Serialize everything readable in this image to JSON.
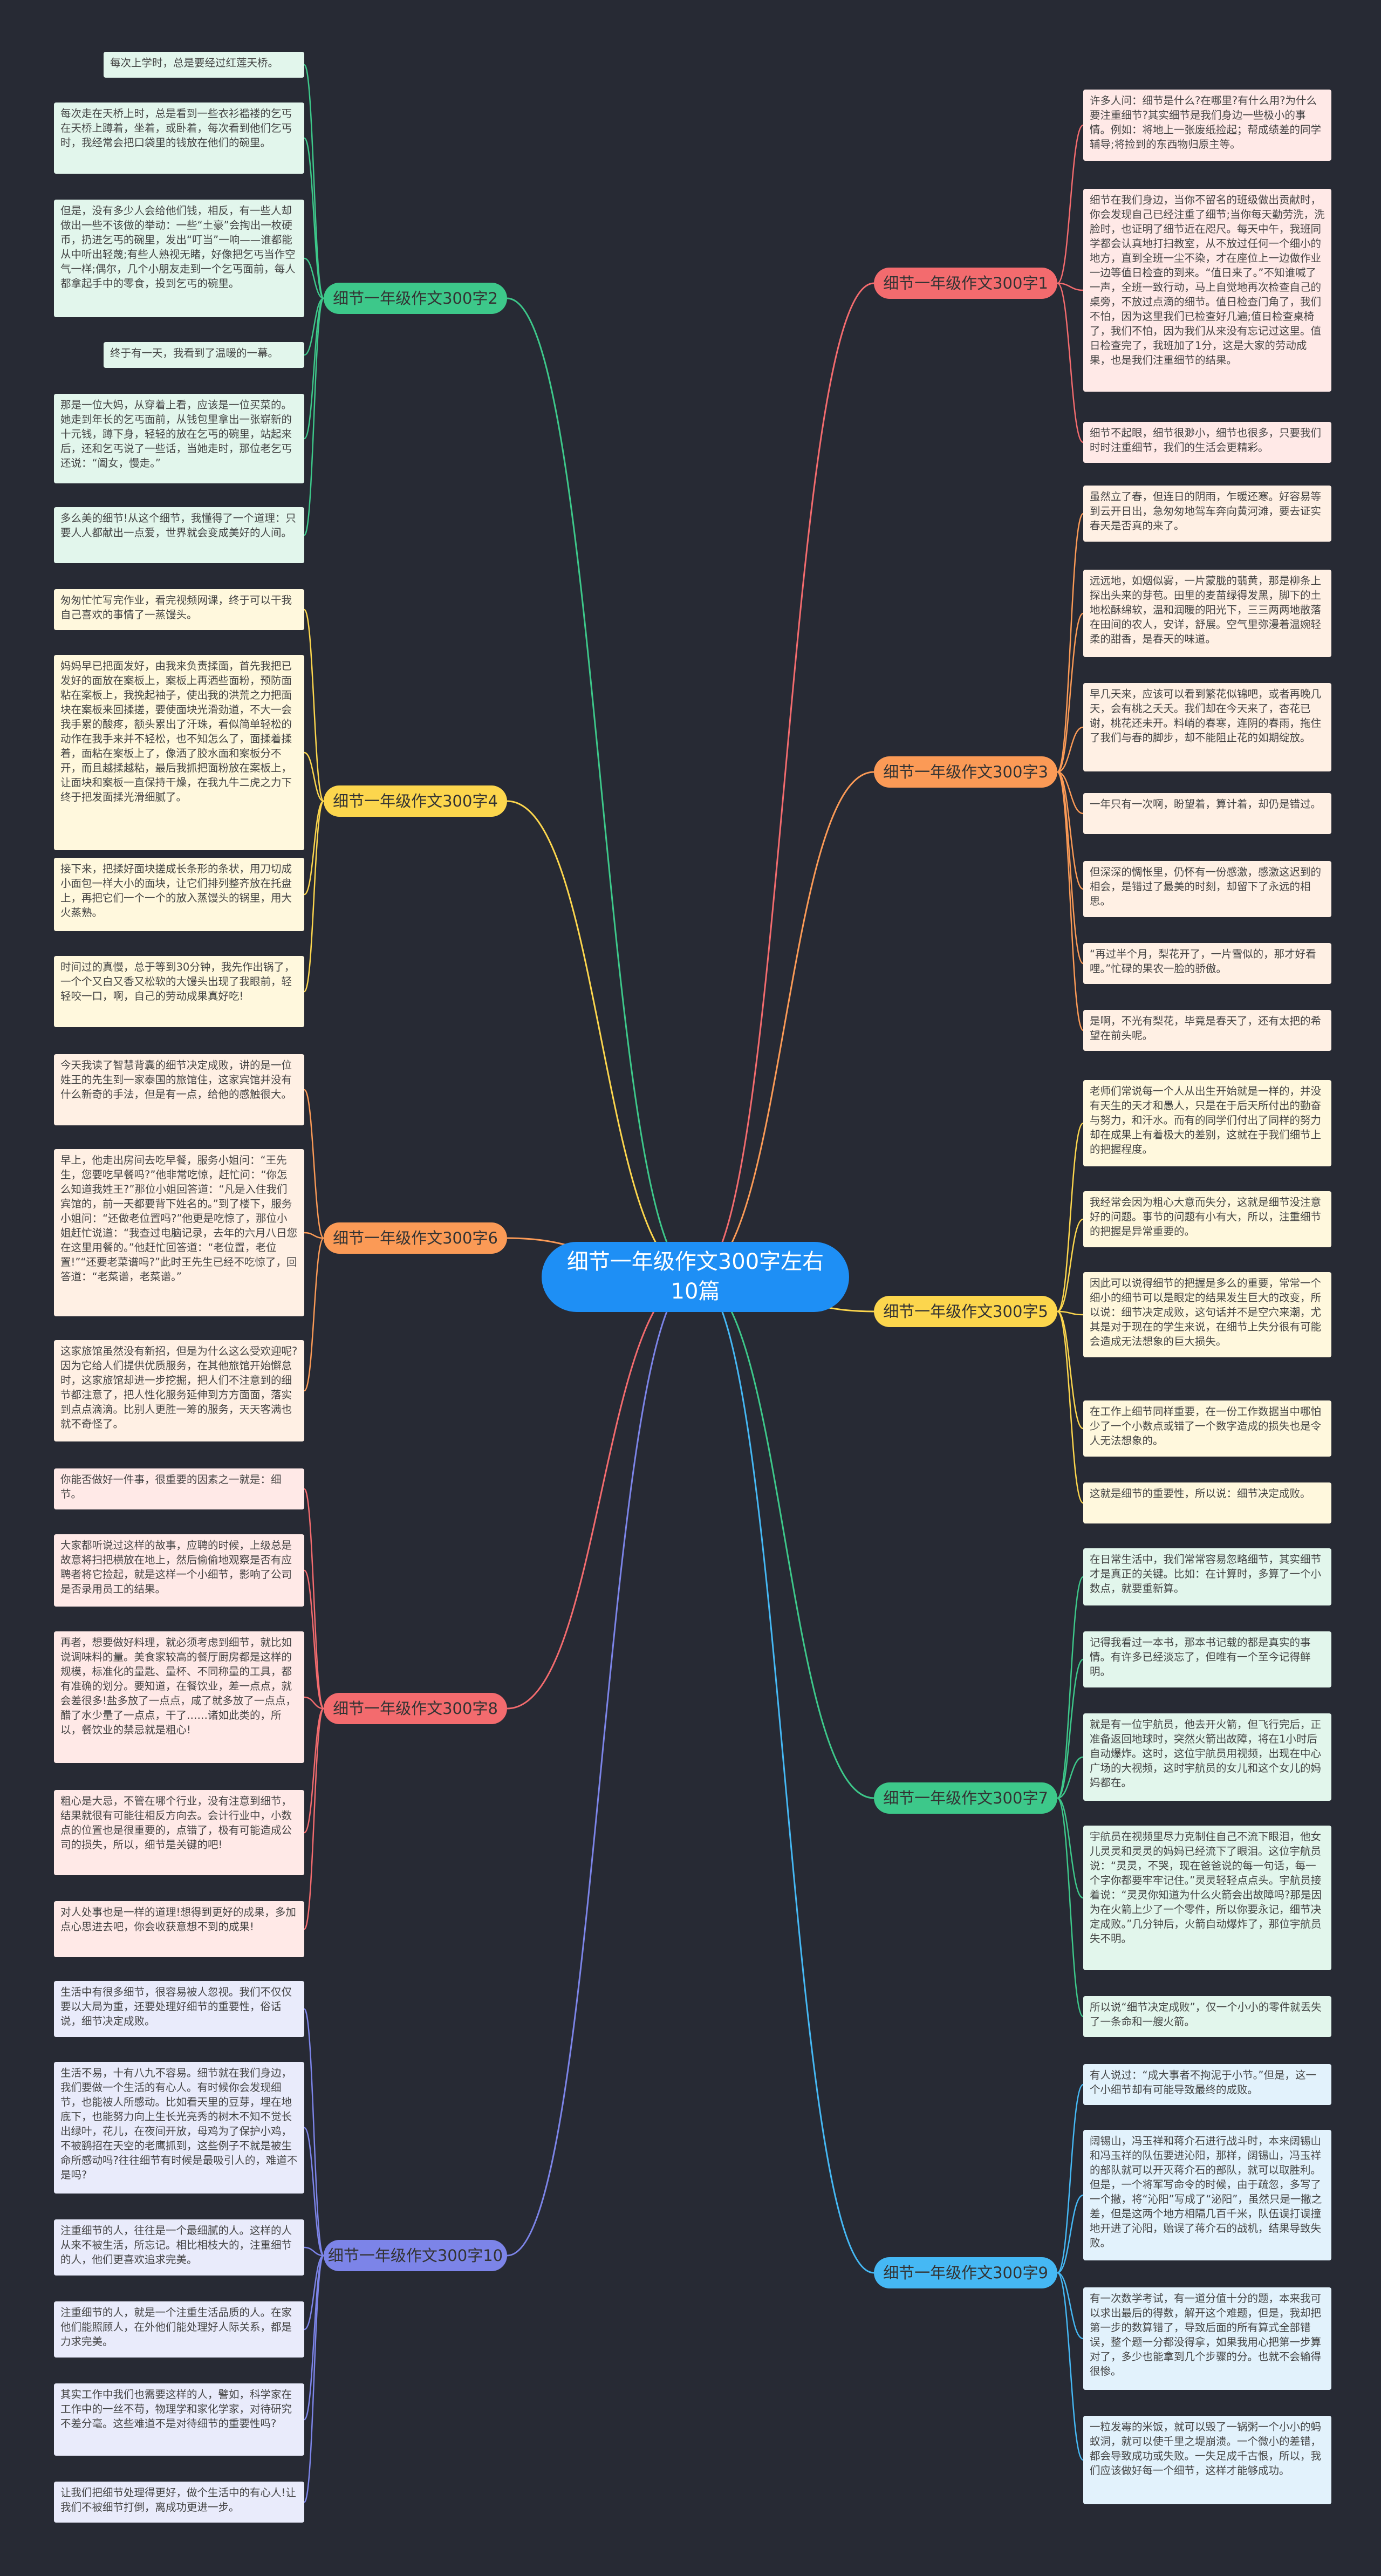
{
  "center": {
    "title": "细节一年级作文300字左右10篇"
  },
  "colors": {
    "background": "#272a34",
    "center": "#1e8ff5",
    "b1": "#f36b6e",
    "b2": "#3dc88a",
    "b3": "#fb9a56",
    "b4": "#fcd64d",
    "b5": "#fcd64d",
    "b6": "#fb9a56",
    "b7": "#3dc88a",
    "b8": "#f36b6e",
    "b9": "#45b8f4",
    "b10": "#7c84e8"
  },
  "branches": [
    {
      "id": "b1",
      "label": "细节一年级作文300字1",
      "leaves": [
        "许多人问：细节是什么?在哪里?有什么用?为什么要注重细节?其实细节是我们身边一些极小的事情。例如：将地上一张废纸捡起；帮成绩差的同学辅导;将捡到的东西物归原主等。",
        "细节在我们身边，当你不留名的班级做出贡献时，你会发现自己已经注重了细节;当你每天勤劳洗，洗脸时，也证明了细节近在咫尺。每天中午，我班同学都会认真地打扫教室，从不放过任何一个细小的地方，直到全班一尘不染，才在座位上一边做作业一边等值日检查的到来。“值日来了。”不知谁喊了一声，全班一致行动，马上自觉地再次检查自己的桌旁，不放过点滴的细节。值日检查门角了，我们不怕，因为这里我们已检查好几遍;值日检查桌椅了，我们不怕，因为我们从来没有忘记过这里。值日检查完了，我班加了1分，这是大家的劳动成果，也是我们注重细节的结果。",
        "细节不起眼，细节很渺小，细节也很多，只要我们时时注重细节，我们的生活会更精彩。"
      ]
    },
    {
      "id": "b2",
      "label": "细节一年级作文300字2",
      "leaves": [
        "每次上学时，总是要经过红莲天桥。",
        "每次走在天桥上时，总是看到一些衣衫褴褛的乞丐在天桥上蹲着，坐着，或卧着，每次看到他们乞丐时，我经常会把口袋里的钱放在他们的碗里。",
        "但是，没有多少人会给他们钱，相反，有一些人却做出一些不该做的举动：一些“土豪”会掏出一枚硬币，扔进乞丐的碗里，发出“叮当”一响——谁都能从中听出轻蔑;有些人熟视无睹，好像把乞丐当作空气一样;偶尔，几个小朋友走到一个乞丐面前，每人都拿起手中的零食，投到乞丐的碗里。",
        "终于有一天，我看到了温暖的一幕。",
        "那是一位大妈，从穿着上看，应该是一位买菜的。她走到年长的乞丐面前，从钱包里拿出一张崭新的十元钱，蹲下身，轻轻的放在乞丐的碗里，站起来后，还和乞丐说了一些话，当她走时，那位老乞丐还说：“阖女，慢走。”",
        "多么美的细节!从这个细节，我懂得了一个道理：只要人人都献出一点爱，世界就会变成美好的人间。"
      ]
    },
    {
      "id": "b3",
      "label": "细节一年级作文300字3",
      "leaves": [
        "虽然立了春，但连日的阴雨，乍暖还寒。好容易等到云开日出，急匆匆地驾车奔向黄河滩，要去证实春天是否真的来了。",
        "远远地，如烟似雾，一片蒙胧的翡黄，那是柳条上探出头来的芽苞。田里的麦苗绿得发黑，脚下的土地松酥绵软，温和润暖的阳光下，三三两两地散落在田间的农人，安详，舒展。空气里弥漫着温婉轻柔的甜香，是春天的味道。",
        "早几天来，应该可以看到繁花似锦吧，或者再晚几天，会有桃之夭夭。我们却在今天来了，杏花已谢，桃花还未开。料峭的春寒，连阴的春雨，拖住了我们与春的脚步，却不能阻止花的如期绽放。",
        "一年只有一次啊，盼望着，算计着，却仍是错过。",
        "但深深的惆怅里，仍怀有一份感激，感激这迟到的相会，是错过了最美的时刻，却留下了永远的相思。",
        "“再过半个月，梨花开了，一片雪似的，那才好看哩。”忙碌的果农一脸的骄傲。",
        "是啊，不光有梨花，毕竟是春天了，还有太把的希望在前头呢。"
      ]
    },
    {
      "id": "b4",
      "label": "细节一年级作文300字4",
      "leaves": [
        "匆匆忙忙写完作业，看完视频网课，终于可以干我自己喜欢的事情了一蒸馒头。",
        "妈妈早已把面发好，由我来负责揉面，首先我把已发好的面放在案板上，案板上再洒些面粉，预防面粘在案板上，我挽起袖子，使出我的洪荒之力把面块在案板来回揉搓，要使面块光滑劲道，不大一会我手累的酸疼，额头累出了汗珠，看似简单轻松的动作在我手来并不轻松，也不知怎么了，面揉着揉着，面粘在案板上了，像洒了胶水面和案板分不开，而且越揉越粘，最后我抓把面粉放在案板上，让面块和案板一直保持干燥，在我九牛二虎之力下终于把发面揉光滑细腻了。",
        "接下来，把揉好面块搓成长条形的条状，用刀切成小面包一样大小的面块，让它们排列整齐放在托盘上，再把它们一个一个的放入蒸馒头的锅里，用大火蒸熟。",
        "时间过的真慢，总于等到30分钟，我先作出锅了，一个个又白又香又松软的大馒头出现了我眼前，轻轻咬一口，啊，自己的劳动成果真好吃!"
      ]
    },
    {
      "id": "b5",
      "label": "细节一年级作文300字5",
      "leaves": [
        "老师们常说每一个人从出生开始就是一样的，并没有天生的天才和愚人，只是在于后天所付出的勤奋与努力，和汗水。而有的同学们付出了同样的努力却在成果上有着极大的差别，这就在于我们细节上的把握程度。",
        "我经常会因为粗心大意而失分，这就是细节没注意好的问题。事节的问题有小有大，所以，注重细节的把握是异常重要的。",
        "因此可以说得细节的把握是多么的重要，常常一个细小的细节可以是眼定的结果发生巨大的改变，所以说：细节决定成败，这句话并不是空穴来潮，尤其是对于现在的学生来说，在细节上失分很有可能会造成无法想象的巨大损失。",
        "在工作上细节同样重要，在一份工作数据当中哪怕少了一个小数点或错了一个数字造成的损失也是令人无法想象的。",
        "这就是细节的重要性，所以说：细节决定成败。"
      ]
    },
    {
      "id": "b6",
      "label": "细节一年级作文300字6",
      "leaves": [
        "今天我读了智慧背囊的细节决定成败，讲的是一位姓王的先生到一家泰国的旅馆住，这家宾馆并没有什么新奇的手法，但是有一点，给他的感触很大。",
        "早上，他走出房间去吃早餐，服务小姐问：“王先生，您要吃早餐吗?”他非常吃惊，赶忙问：“你怎么知道我姓王?”那位小姐回答道：“凡是入住我们宾馆的，前一天都要背下姓名的。”到了楼下，服务小姐问：“还做老位置吗?”他更是吃惊了，那位小姐赶忙说道：“我查过电脑记录，去年的六月八日您在这里用餐的。”他赶忙回答道：“老位置，老位置!”“还要老菜谱吗?”此时王先生已经不吃惊了，回答道：“老菜谱，老菜谱。”",
        "这家旅馆虽然没有新招，但是为什么这么受欢迎呢?因为它给人们提供优质服务，在其他旅馆开始懈怠时，这家旅馆却进一步挖掘，把人们不注意到的细节都注意了，把人性化服务延伸到方方面面，落实到点点滴滴。比别人更胜一筹的服务，天天客满也就不奇怪了。"
      ]
    },
    {
      "id": "b7",
      "label": "细节一年级作文300字7",
      "leaves": [
        "在日常生活中，我们常常容易忽略细节，其实细节才是真正的关键。比如：在计算时，多算了一个小数点，就要重新算。",
        "记得我看过一本书，那本书记载的都是真实的事情。有许多已经淡忘了，但唯有一个至今记得鲜明。",
        "就是有一位宇航员，他去开火箭，但飞行完后，正准备返回地球时，突然火箭出故障，将在1小时后自动爆炸。这时，这位宇航员用视频，出现在中心广场的大视频，这时宇航员的女儿和这个女儿的妈妈都在。",
        "宇航员在视频里尽力克制住自己不流下眼泪，他女儿灵灵和灵灵的妈妈已经流下了眼泪。这位宇航员说：“灵灵，不哭，现在爸爸说的每一句话，每一个字你都要牢牢记住。”灵灵轻轻点点头。宇航员接着说：“灵灵你知道为什么火箭会出故障吗?那是因为在火箭上少了一个零件，所以你要永记，细节决定成败。”几分钟后，火箭自动爆炸了，那位宇航员失不明。",
        "所以说“细节决定成败”，仅一个小小的零件就丢失了一条命和一艘火箭。"
      ]
    },
    {
      "id": "b8",
      "label": "细节一年级作文300字8",
      "leaves": [
        "你能否做好一件事，很重要的因素之一就是：细节。",
        "大家都听说过这样的故事，应聘的时候，上级总是故意将扫把横放在地上，然后偷偷地观察是否有应聘者将它捡起，就是这样一个小细节，影响了公司是否录用员工的结果。",
        "再者，想要做好料理，就必须考虑到细节，就比如说调味料的量。美食家较高的餐厅厨房都是这样的规模，标准化的量匙、量杯、不同称量的工具，都有准确的划分。要知道，在餐饮业，差一点点，就会差很多!盐多放了一点点，咸了就多放了一点点，醋了水少量了一点点，干了……诸如此类的，所以，餐饮业的禁忌就是粗心!",
        "粗心是大忌，不管在哪个行业，没有注意到细节，结果就很有可能往相反方向去。会计行业中，小数点的位置也是很重要的，点错了，极有可能造成公司的损失，所以，细节是关键的吧!",
        "对人处事也是一样的道理!想得到更好的成果，多加点心思进去吧，你会收获意想不到的成果!"
      ]
    },
    {
      "id": "b9",
      "label": "细节一年级作文300字9",
      "leaves": [
        "有人说过：“成大事者不拘泥于小节。”但是，这一个小细节却有可能导致最终的成败。",
        "阔锡山，冯玉祥和蒋介石进行战斗时，本来阔锡山和冯玉祥的队伍要进沁阳，那样，阔锡山，冯玉祥的部队就可以开灭蒋介石的部队，就可以取胜利。但是，一个将军写命令的时候，由于疏忽，多写了一个撇，将“沁阳”写成了“泌阳”，虽然只是一撇之差，但是这两个地方相隔几百千米，队伍误打误撞地开进了沁阳，贻误了蒋介石的战机，结果导致失败。",
        "有一次数学考试，有一道分值十分的题，本来我可以求出最后的得数，解开这个难题，但是，我却把第一步的数算错了，导致后面的所有算式全部错误，整个题一分都没得拿，如果我用心把第一步算对了，多少也能拿到几个步骤的分。也就不会输得很惨。",
        "一粒发霉的米饭，就可以毁了一锅粥一个小小的蚂蚁洞，就可以使千里之堤崩溃。一个微小的差错，都会导致成功或失败。一失足成千古恨，所以，我们应该做好每一个细节，这样才能够成功。"
      ]
    },
    {
      "id": "b10",
      "label": "细节一年级作文300字10",
      "leaves": [
        "生活中有很多细节，很容易被人忽视。我们不仅仅要以大局为重，还要处理好细节的重要性，俗话说，细节决定成败。",
        "生活不易，十有八九不容易。细节就在我们身边，我们要做一个生活的有心人。有时候你会发现细节，也能被人所感动。比如看天里的豆芽，埋在地底下，也能努力向上生长光亮秀的树木不知不觉长出绿叶，花儿，在夜间开放，母鸡为了保护小鸡，不被鹞招在天空的老鹰抓到，这些例子不就是被生命所感动吗?往往细节有时候是最吸引人的，难道不是吗?",
        "注重细节的人，往往是一个最细腻的人。这样的人从来不被生活，所忘记。相比相枝大的，注重细节的人，他们更喜欢追求完美。",
        "注重细节的人，就是一个注重生活品质的人。在家他们能照顾人，在外他们能处理好人际关系，都是力求完美。",
        "其实工作中我们也需要这样的人，譬如，科学家在工作中的一丝不苟，物理学和家化学家，对待研究不差分毫。这些难道不是对待细节的重要性吗?",
        "让我们把细节处理得更好，做个生活中的有心人!让我们不被细节打倒，离成功更进一步。"
      ]
    }
  ]
}
